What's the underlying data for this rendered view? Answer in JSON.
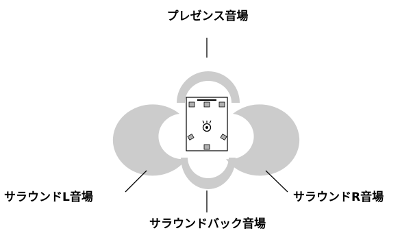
{
  "labels": {
    "presence": "プレゼンス音場",
    "surround_left": "サラウンドL音場",
    "surround_right": "サラウンドR音場",
    "surround_back": "サラウンドバック音場"
  },
  "colors": {
    "field": "#cccccc",
    "room_border": "#000000",
    "speaker": "#b0b0b0",
    "line": "#000000"
  },
  "icons": {
    "listener": "listener-icon",
    "speakers": "speaker-icon"
  }
}
